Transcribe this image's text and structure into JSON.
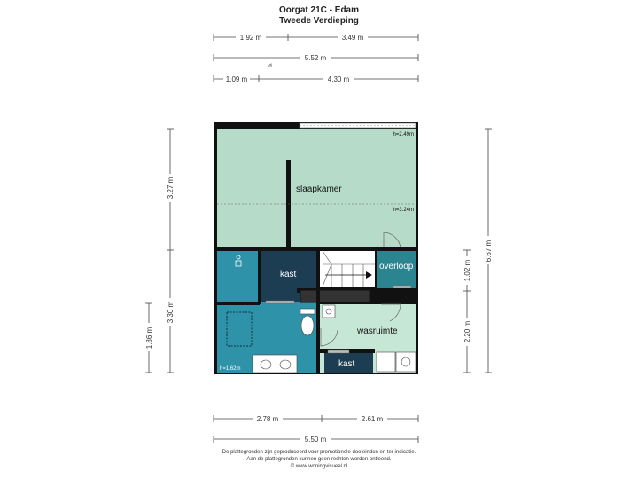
{
  "title": {
    "line1": "Oorgat 21C - Edam",
    "line2": "Tweede Verdieping"
  },
  "dimensions": {
    "top": [
      "1.92 m",
      "3.49 m",
      "5.52 m",
      "1.09 m",
      "4.30 m"
    ],
    "top_marker": "d",
    "left": [
      "3.27 m",
      "3.30 m",
      "1.86 m"
    ],
    "right": [
      "6.67 m",
      "1.02 m",
      "2.20 m"
    ],
    "bottom": [
      "2.78 m",
      "2.61 m",
      "5.50 m"
    ]
  },
  "rooms": {
    "slaapkamer": "slaapkamer",
    "kast_upper": "kast",
    "overloop": "overloop",
    "wasruimte": "wasruimte",
    "kast_lower": "kast"
  },
  "heights": {
    "h1": "h=2.49m",
    "h2": "h=3.24m",
    "h3": "h=1.62m"
  },
  "colors": {
    "bedroom": "#b6dcc9",
    "bathroom": "#2e93a8",
    "closet": "#1d3e52",
    "utility": "#c6e6d6",
    "wall": "#111111"
  },
  "footer": {
    "line1": "De plattegronden zijn geproduceerd voor promotionele doeleinden en ter indicatie.",
    "line2": "Aan de plattegronden kunnen geen rechten worden ontleend.",
    "line3": "© www.woningvisueel.nl"
  }
}
